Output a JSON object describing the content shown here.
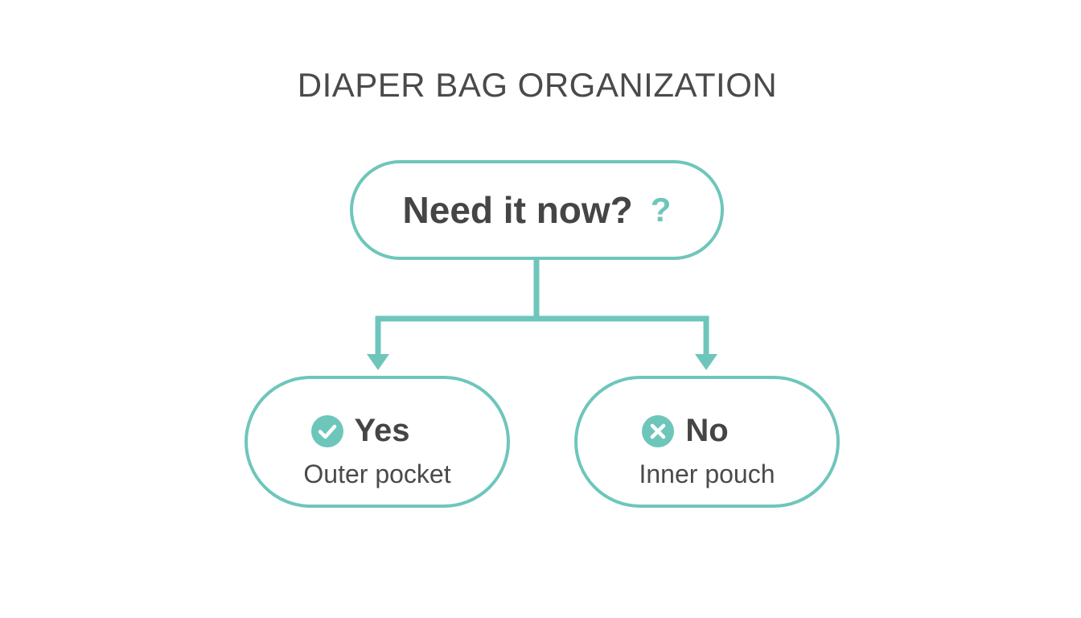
{
  "title": "DIAPER BAG ORGANIZATION",
  "colors": {
    "accent": "#6ec6bb",
    "text": "#454545",
    "background": "#ffffff"
  },
  "root": {
    "question": "Need it now?",
    "icon": "question-mark-icon",
    "icon_glyph": "?"
  },
  "branches": [
    {
      "label": "Yes",
      "icon": "check-circle-icon",
      "destination": "Outer pocket"
    },
    {
      "label": "No",
      "icon": "x-circle-icon",
      "destination": "Inner pouch"
    }
  ]
}
